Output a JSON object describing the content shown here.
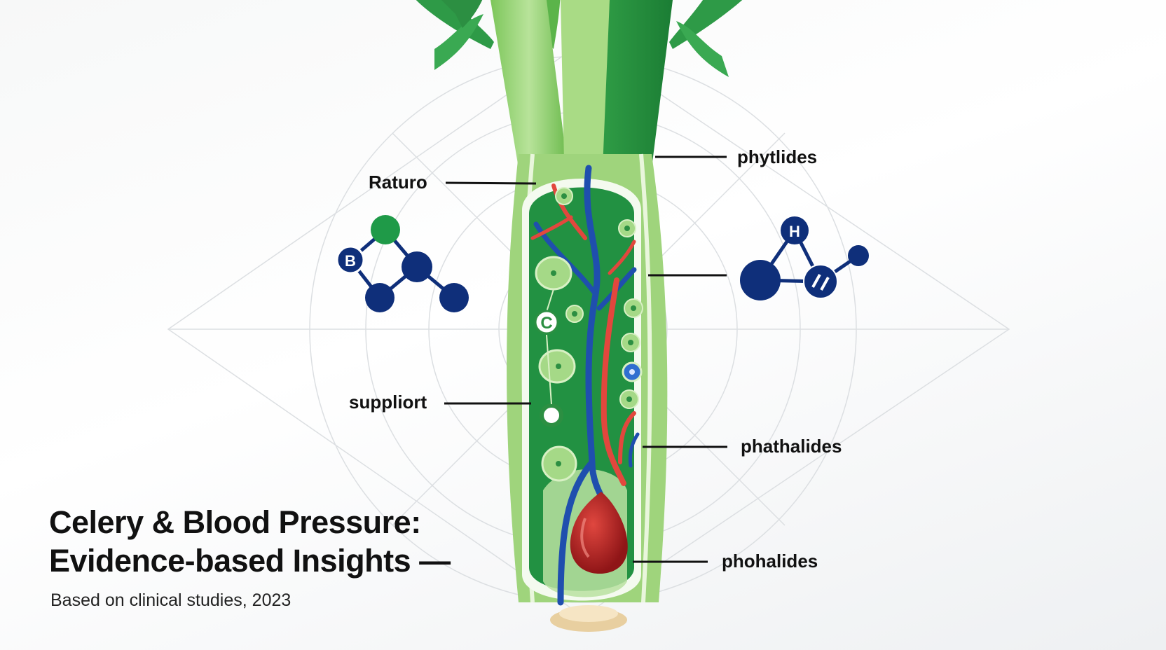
{
  "callouts": {
    "raturo": "Raturo",
    "phytlides": "phytlides",
    "supplort": "suppliort",
    "phathalides": "phathalides",
    "phohalides": "phohalides"
  },
  "molecules": {
    "left_atom_label": "B",
    "right_atom_label": "H",
    "stalk_atom_label": "C"
  },
  "title": {
    "line1": "Celery & Blood Pressure:",
    "line2": "Evidence-based Insights —",
    "subtitle": "Based on clinical studies, 2023"
  },
  "colors": {
    "celery_dark": "#1e8a3a",
    "celery_light": "#8fce6a",
    "vessel_blue": "#1f4fae",
    "vessel_red": "#e2473d",
    "molecule_navy": "#0f2f7a",
    "molecule_green": "#1f9a48"
  }
}
